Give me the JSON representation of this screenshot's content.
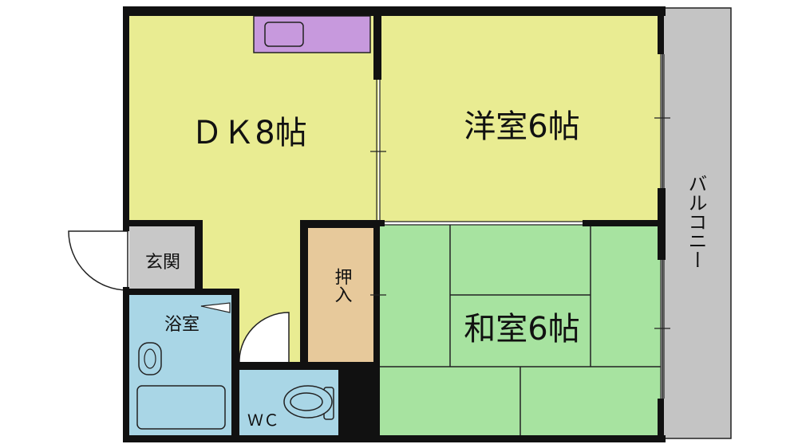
{
  "rooms": {
    "dk": "ＤＫ8帖",
    "western": "洋室6帖",
    "japanese": "和室6帖",
    "closet": "押入",
    "entrance": "玄関",
    "bath": "浴室",
    "wc": "ＷＣ",
    "balcony": "バルコニー"
  },
  "colors": {
    "dk_floor": "#e9ec92",
    "tatami": "#a7e3a0",
    "closet": "#e7c99b",
    "entrance": "#c8c8c8",
    "water_rooms": "#a9d6e6",
    "balcony": "#c4c4c4",
    "kitchen_counter": "#c799dd",
    "wall": "#111111"
  }
}
